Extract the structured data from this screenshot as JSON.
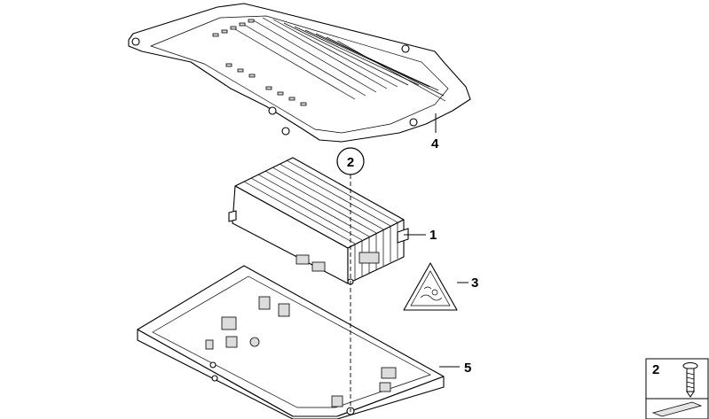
{
  "callouts": {
    "c1": "1",
    "c2": "2",
    "c3": "3",
    "c4": "4",
    "c5": "5",
    "legend": "2"
  },
  "icons": {
    "warning_symbol": "hot-surface-warning-icon",
    "screw_symbol": "screw-icon"
  }
}
